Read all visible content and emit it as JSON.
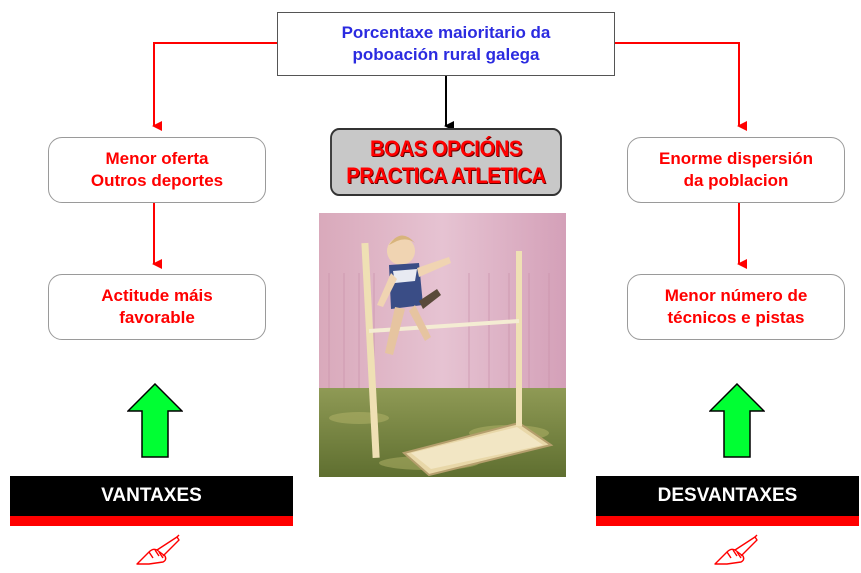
{
  "top_box": {
    "line1": "Porcentaxe maioritario da",
    "line2": "poboación rural galega"
  },
  "center_box": {
    "line1": "BOAS OPCIÓNS",
    "line2": "PRACTICA ATLETICA"
  },
  "left": {
    "box1": {
      "line1": "Menor oferta",
      "line2": "Outros deportes"
    },
    "box2": {
      "line1": "Actitude máis",
      "line2": "favorable"
    },
    "bar_label": "VANTAXES"
  },
  "right": {
    "box1": {
      "line1": "Enorme dispersión",
      "line2": "da poblacion"
    },
    "box2": {
      "line1": "Menor número de",
      "line2": "técnicos e pistas"
    },
    "bar_label": "DESVANTAXES"
  },
  "icons": {
    "up_arrow": "green-up-arrow-icon",
    "pen": "writing-hand-icon",
    "photo": "high-jump-photo"
  },
  "colors": {
    "connector_red": "#ff0000",
    "connector_black": "#000000",
    "top_text": "#2b2be0",
    "box_text": "#ff0000",
    "arrow_green": "#00ff33"
  }
}
